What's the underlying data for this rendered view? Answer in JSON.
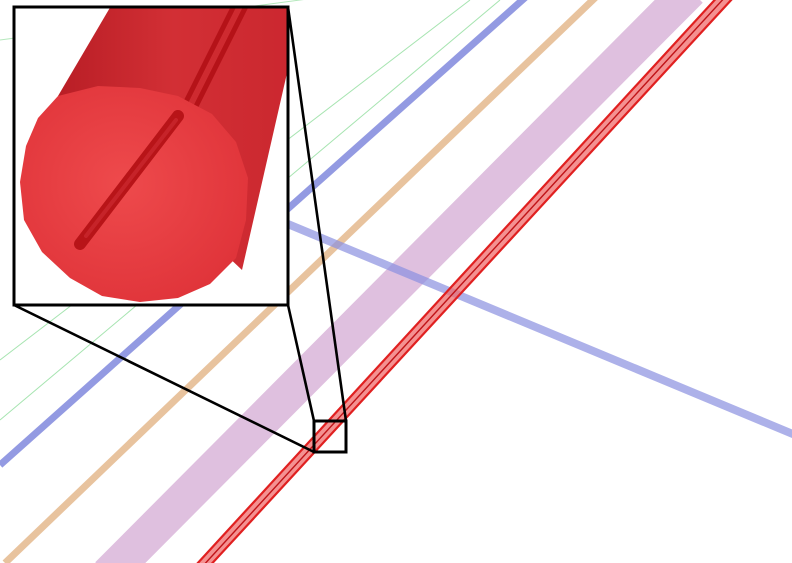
{
  "figure": {
    "background": "#ffffff",
    "elements": [
      {
        "id": "thin-green-line-1",
        "kind": "thin line",
        "color": "#9ee0a8"
      },
      {
        "id": "thin-green-line-2",
        "kind": "thin line",
        "color": "#9ee0a8"
      },
      {
        "id": "thin-green-line-3",
        "kind": "thin line",
        "color": "#9ee0a8"
      },
      {
        "id": "blue-rod",
        "kind": "translucent rod",
        "color": "#8088dd"
      },
      {
        "id": "blue-crossing-rod",
        "kind": "translucent rod",
        "color": "#8a90e0"
      },
      {
        "id": "tan-rod",
        "kind": "translucent rod",
        "color": "#e8c098"
      },
      {
        "id": "purple-thick-rod",
        "kind": "translucent rod",
        "color": "#c48cc4"
      },
      {
        "id": "red-tube",
        "kind": "transparent tube with inner wire",
        "color": "#e02020"
      }
    ],
    "zoom_callout": {
      "target": "red-tube",
      "frame_color": "#000000",
      "cylinder_face_color": "#e8383c",
      "cylinder_body_color": "#c8141c",
      "inner_wire_color": "#b00e14"
    }
  }
}
